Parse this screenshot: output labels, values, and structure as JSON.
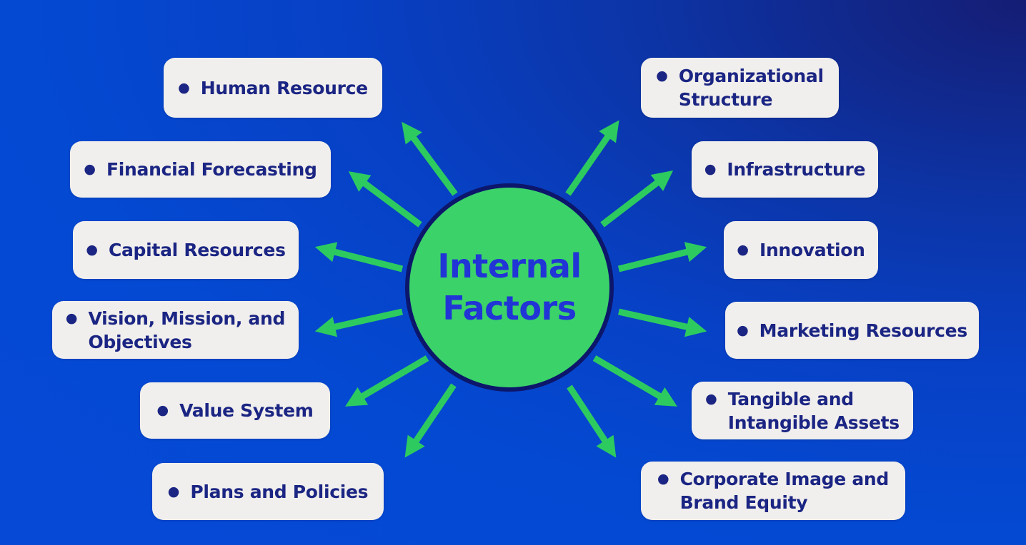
{
  "center": {
    "line1": "Internal",
    "line2": "Factors"
  },
  "icons": {
    "bullet": "●"
  },
  "colors": {
    "background_bright": "#0549d6",
    "background_dark_corner": "#151d74",
    "box_background": "#f1efed",
    "box_text": "#1b2583",
    "circle_fill": "#3bd269",
    "circle_border": "#0c166b",
    "circle_text": "#2134d6",
    "arrow_green": "#2dcb5f"
  },
  "left_items": [
    {
      "label": "Human Resource"
    },
    {
      "label": "Financial Forecasting"
    },
    {
      "label": "Capital Resources"
    },
    {
      "label": "Vision, Mission, and\nObjectives"
    },
    {
      "label": "Value System"
    },
    {
      "label": "Plans and Policies"
    }
  ],
  "right_items": [
    {
      "label": "Organizational\nStructure"
    },
    {
      "label": "Infrastructure"
    },
    {
      "label": "Innovation"
    },
    {
      "label": "Marketing Resources"
    },
    {
      "label": "Tangible and\nIntangible Assets"
    },
    {
      "label": "Corporate Image and\nBrand Equity"
    }
  ]
}
